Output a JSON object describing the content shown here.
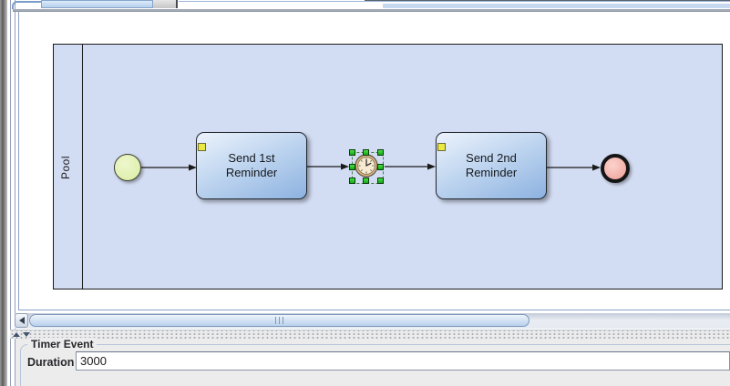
{
  "diagram": {
    "pool_label": "Pool",
    "nodes": [
      {
        "type": "start-event"
      },
      {
        "type": "task",
        "label": "Send 1st Reminder"
      },
      {
        "type": "timer-intermediate-event",
        "selected": true
      },
      {
        "type": "task",
        "label": "Send 2nd Reminder"
      },
      {
        "type": "end-event"
      }
    ],
    "flows": [
      "start-event -> task-send-1st-reminder",
      "task-send-1st-reminder -> timer-event",
      "timer-event -> task-send-2nd-reminder",
      "task-send-2nd-reminder -> end-event"
    ]
  },
  "properties": {
    "title": "Timer Event",
    "fields": [
      {
        "label": "Duration",
        "value": "3000"
      }
    ]
  },
  "icons": {
    "timer-clock-icon": "clock face with hands",
    "task-marker-icon": "yellow square",
    "scroll-left-arrow-icon": "◀",
    "splitter-collapse-up-icon": "▲",
    "splitter-collapse-down-icon": "▼"
  },
  "colors": {
    "pool_fill": "#d2dcf2",
    "task_gradient_top": "#ecf3fc",
    "task_gradient_bottom": "#8db2e0",
    "start_event_fill": "#d8eda2",
    "end_event_fill": "#ef9e97",
    "selection_handle_green": "#2ecc2e",
    "timer_face": "#f6ead2",
    "accent_border": "#7a9cc8"
  }
}
